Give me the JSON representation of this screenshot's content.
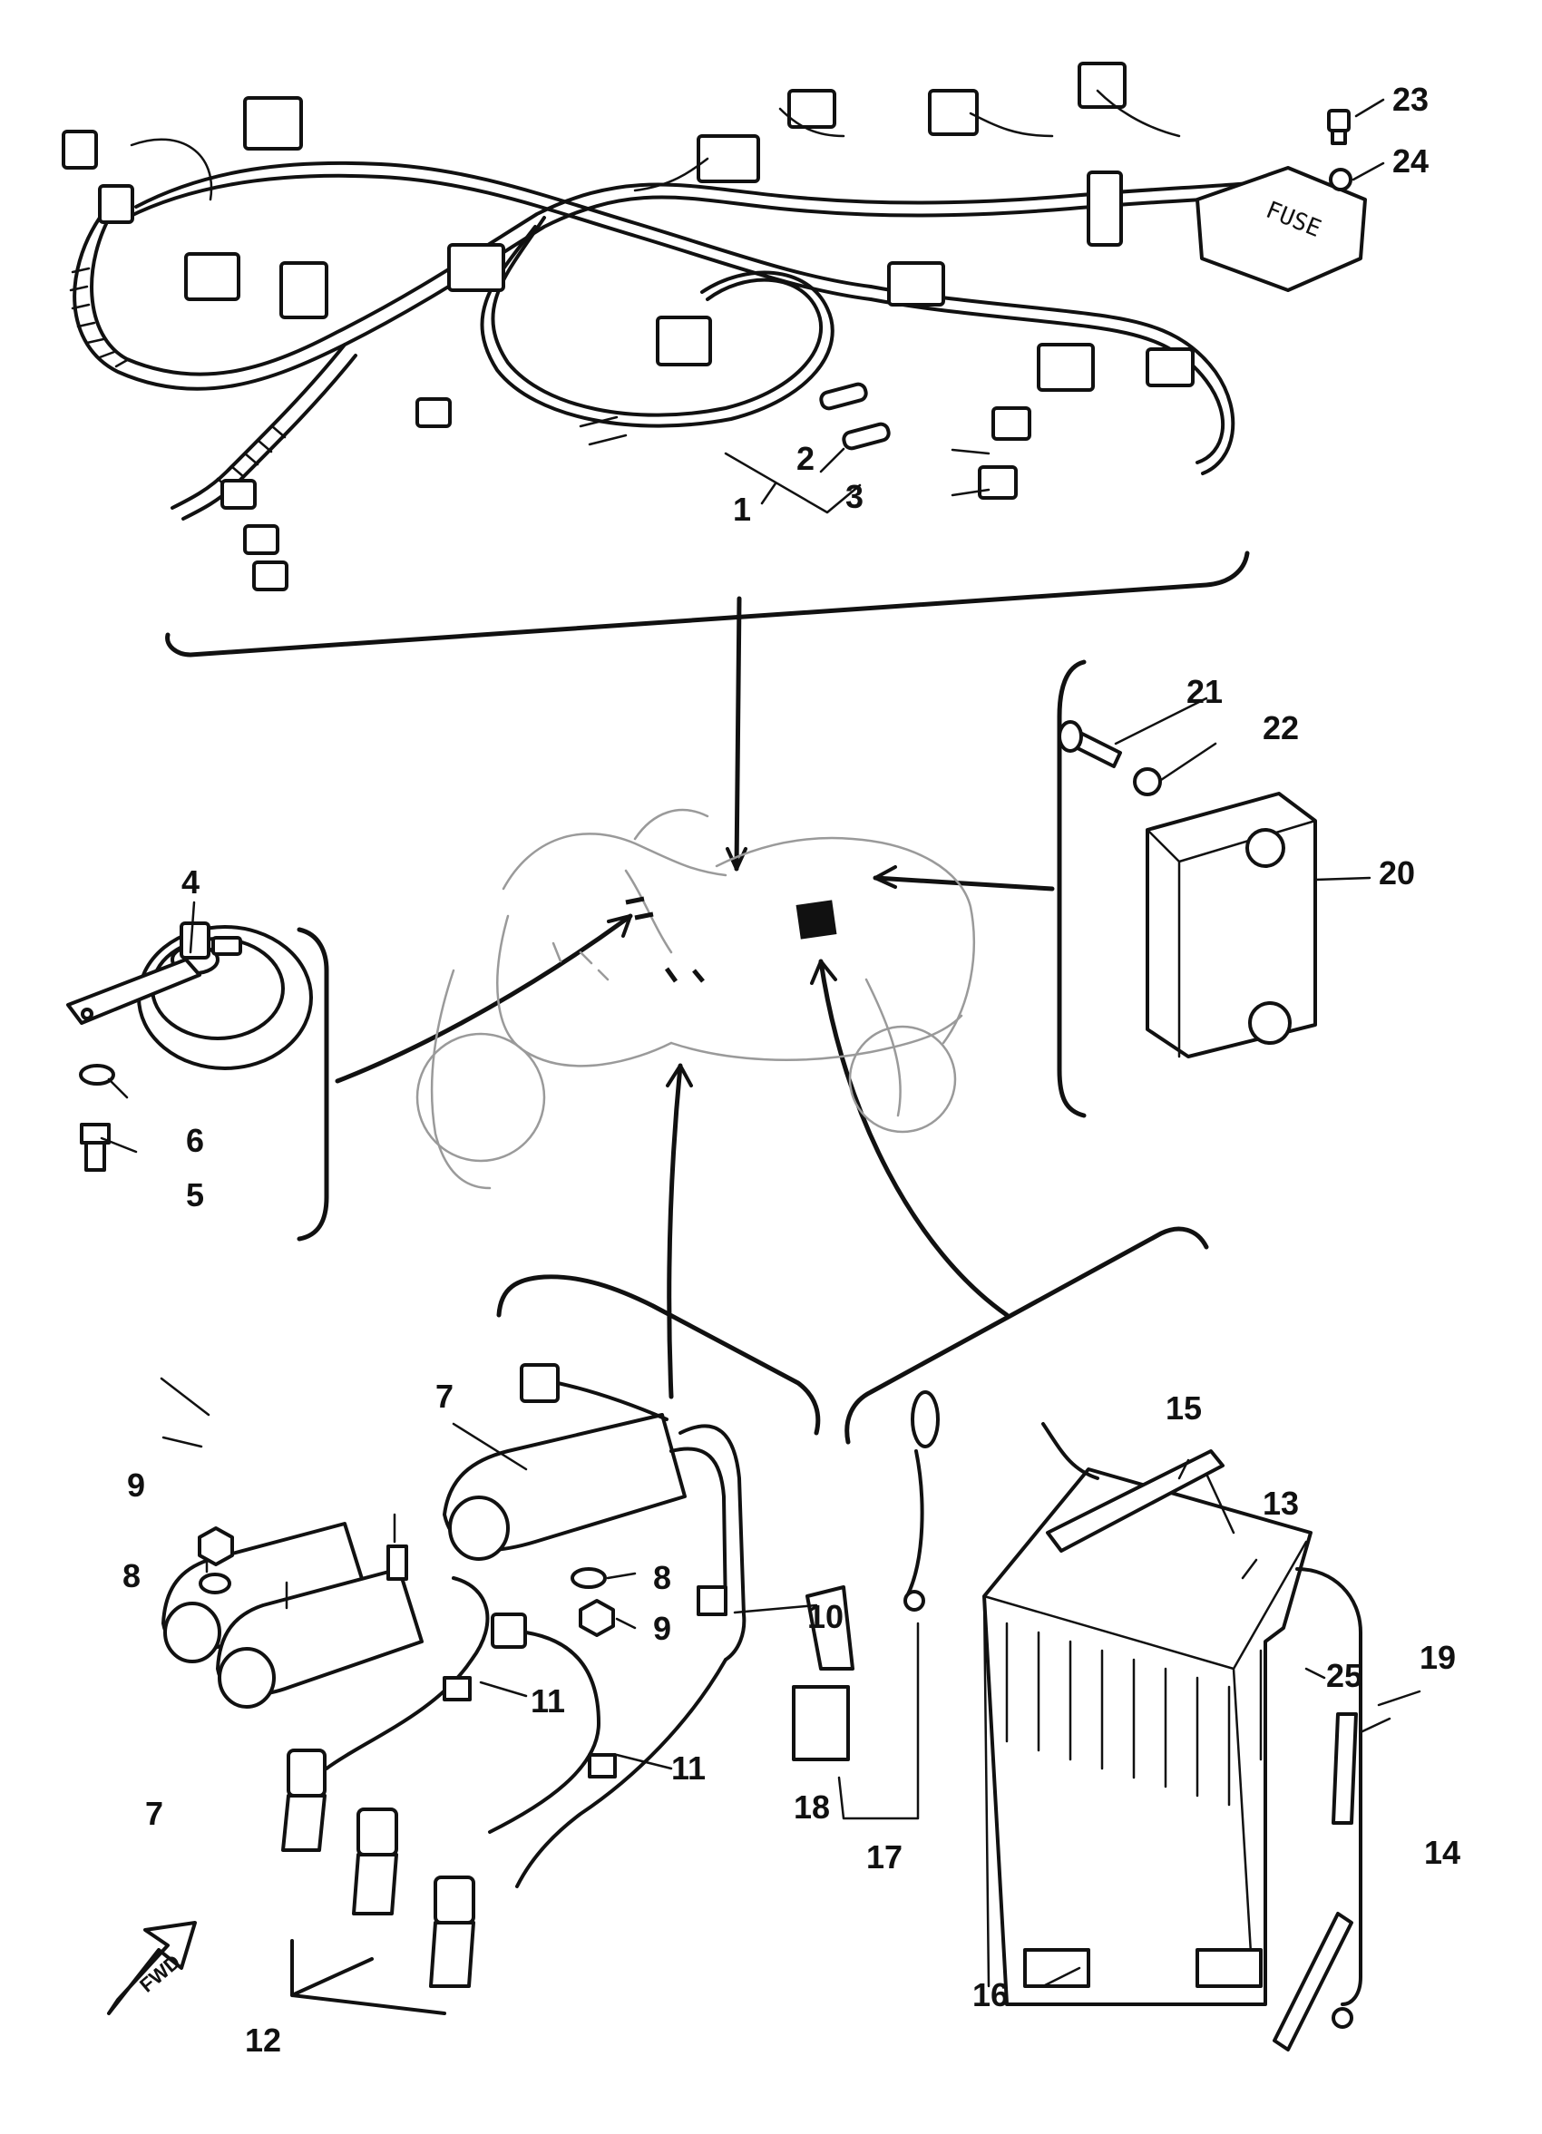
{
  "diagram": {
    "fuse_box_text": "FUSE",
    "fwd_text": "FWD",
    "callouts": [
      {
        "id": "1",
        "text": "1"
      },
      {
        "id": "2",
        "text": "2"
      },
      {
        "id": "3",
        "text": "3"
      },
      {
        "id": "4",
        "text": "4"
      },
      {
        "id": "5",
        "text": "5"
      },
      {
        "id": "6",
        "text": "6"
      },
      {
        "id": "7a",
        "text": "7"
      },
      {
        "id": "7b",
        "text": "7"
      },
      {
        "id": "8a",
        "text": "8"
      },
      {
        "id": "8b",
        "text": "8"
      },
      {
        "id": "9a",
        "text": "9"
      },
      {
        "id": "9b",
        "text": "9"
      },
      {
        "id": "10",
        "text": "10"
      },
      {
        "id": "11a",
        "text": "11"
      },
      {
        "id": "11b",
        "text": "11"
      },
      {
        "id": "12",
        "text": "12"
      },
      {
        "id": "13",
        "text": "13"
      },
      {
        "id": "14",
        "text": "14"
      },
      {
        "id": "15",
        "text": "15"
      },
      {
        "id": "16",
        "text": "16"
      },
      {
        "id": "17",
        "text": "17"
      },
      {
        "id": "18",
        "text": "18"
      },
      {
        "id": "19",
        "text": "19"
      },
      {
        "id": "20",
        "text": "20"
      },
      {
        "id": "21",
        "text": "21"
      },
      {
        "id": "22",
        "text": "22"
      },
      {
        "id": "23",
        "text": "23"
      },
      {
        "id": "24",
        "text": "24"
      },
      {
        "id": "25",
        "text": "25"
      }
    ]
  }
}
